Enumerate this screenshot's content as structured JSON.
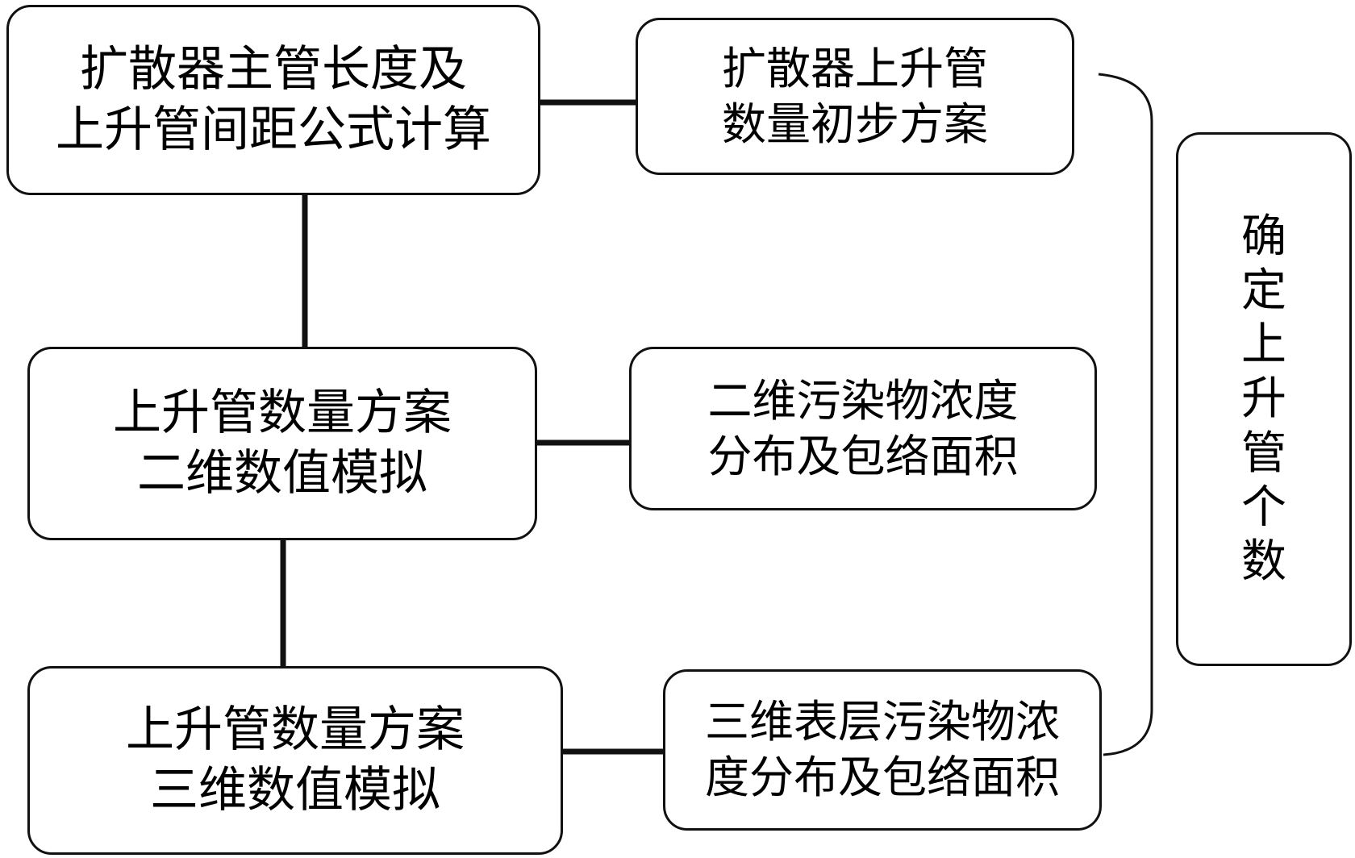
{
  "diagram": {
    "boxes": {
      "formula_calc": {
        "lines": [
          "扩散器主管长度及",
          "上升管间距公式计算"
        ]
      },
      "initial_scheme": {
        "lines": [
          "扩散器上升管",
          "数量初步方案"
        ]
      },
      "sim_2d": {
        "lines": [
          "上升管数量方案",
          "二维数值模拟"
        ]
      },
      "result_2d": {
        "lines": [
          "二维污染物浓度",
          "分布及包络面积"
        ]
      },
      "sim_3d": {
        "lines": [
          "上升管数量方案",
          "三维数值模拟"
        ]
      },
      "result_3d": {
        "lines": [
          "三维表层污染物浓",
          "度分布及包络面积"
        ]
      },
      "determine_count": {
        "chars": [
          "确",
          "定",
          "上",
          "升",
          "管",
          "个",
          "数"
        ]
      }
    },
    "colors": {
      "stroke": "#111111",
      "background": "#ffffff",
      "text": "#000000"
    }
  }
}
